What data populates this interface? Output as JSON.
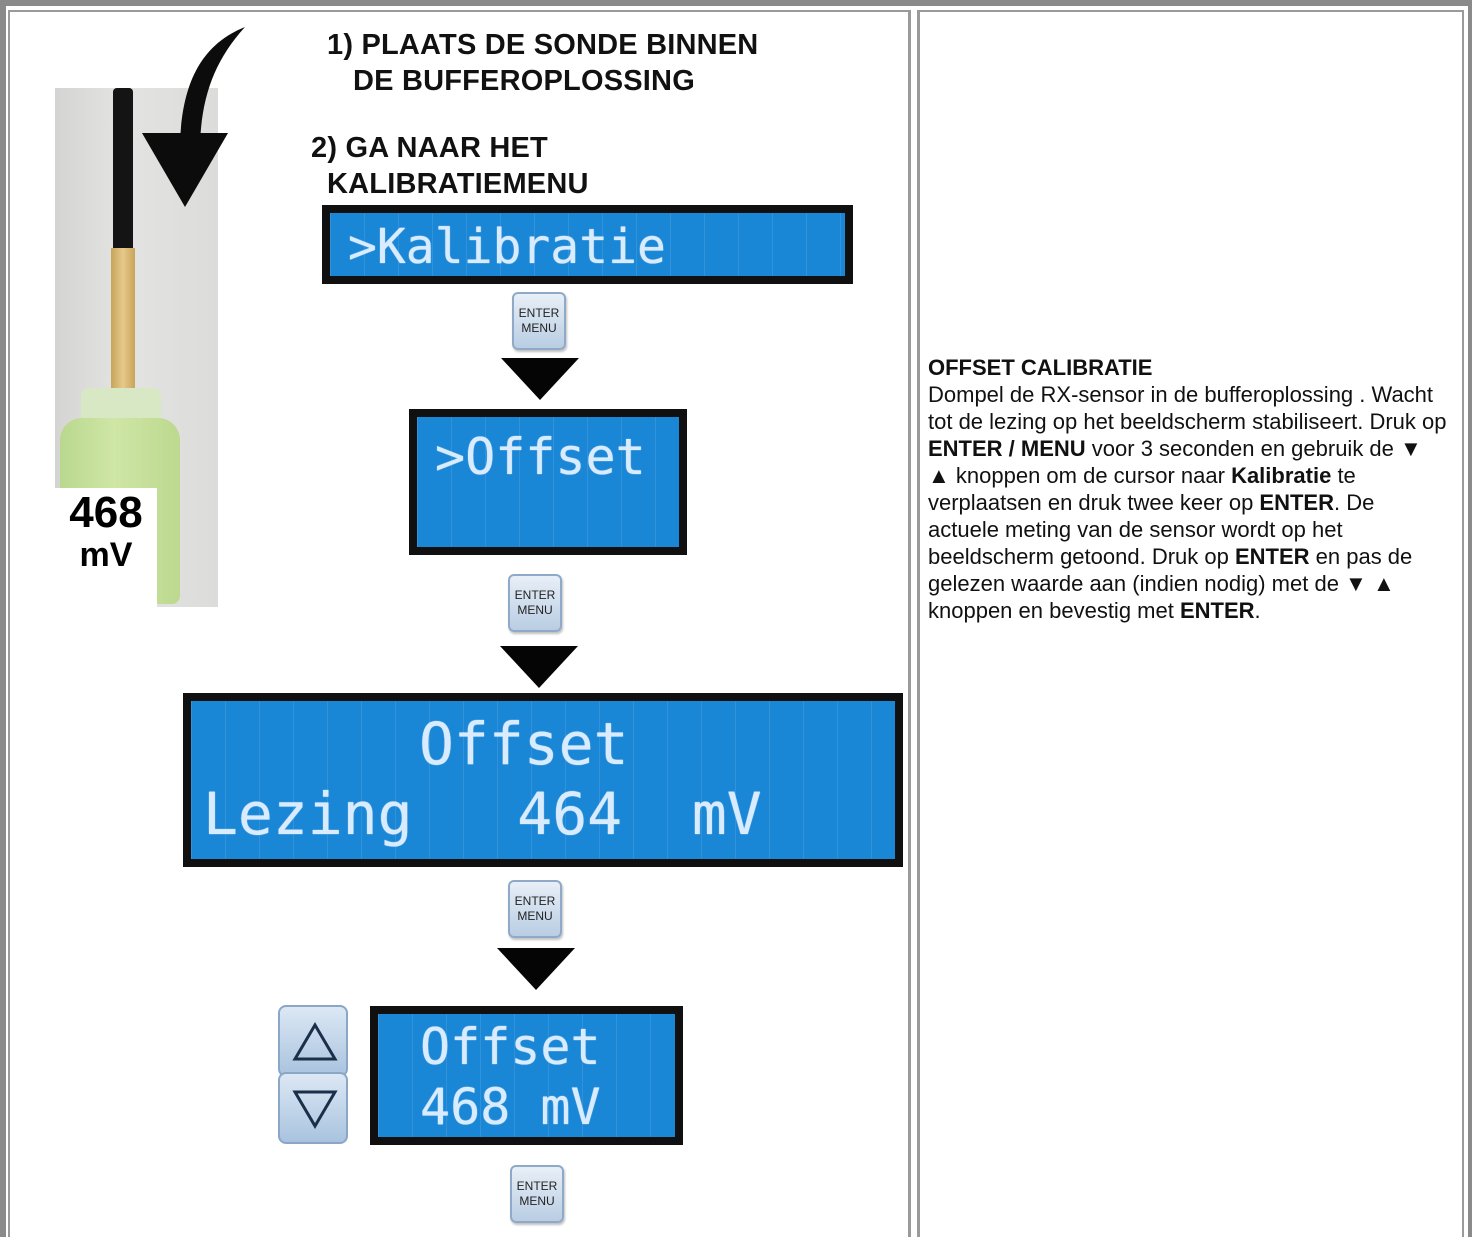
{
  "steps": {
    "step1_line1": "1) PLAATS DE SONDE BINNEN",
    "step1_line2": "DE BUFFEROPLOSSING",
    "step2_line1": "2) GA NAAR HET",
    "step2_line2": "KALIBRATIEMENU"
  },
  "probe": {
    "value": "468",
    "unit": "mV"
  },
  "displays": {
    "d1_line1": ">Kalibratie",
    "d2_line1": ">Offset",
    "d3_line1": "Offset",
    "d3_line2": "Lezing   464  mV",
    "d4_line1": "Offset",
    "d4_line2": "468 mV"
  },
  "enter_button": {
    "line1": "ENTER",
    "line2": "MENU"
  },
  "nav": {
    "up_icon": "triangle-up-icon",
    "down_icon": "triangle-down-icon"
  },
  "description": {
    "title": "OFFSET CALIBRATIE",
    "t1": "Dompel de RX-sensor in de bufferoplossing . Wacht tot de lezing op het beeldscherm stabiliseert. Druk op ",
    "b1": "ENTER / MENU",
    "t2": " voor 3 seconden en gebruik de ▼ ▲ knoppen om de cursor naar ",
    "b2": "Kalibratie",
    "t3": " te verplaatsen en druk twee keer op ",
    "b3": "ENTER",
    "t4": ". De actuele meting van de sensor wordt op het beeldscherm getoond. Druk op ",
    "b4": "ENTER",
    "t5": " en pas de gelezen waarde aan (indien nodig) met de ▼ ▲ knoppen en bevestig met ",
    "b5": "ENTER",
    "t6": "."
  },
  "colors": {
    "lcd_blue": "#1a86d6",
    "lcd_text": "#d9ecff",
    "frame": "#8a8a8a"
  }
}
